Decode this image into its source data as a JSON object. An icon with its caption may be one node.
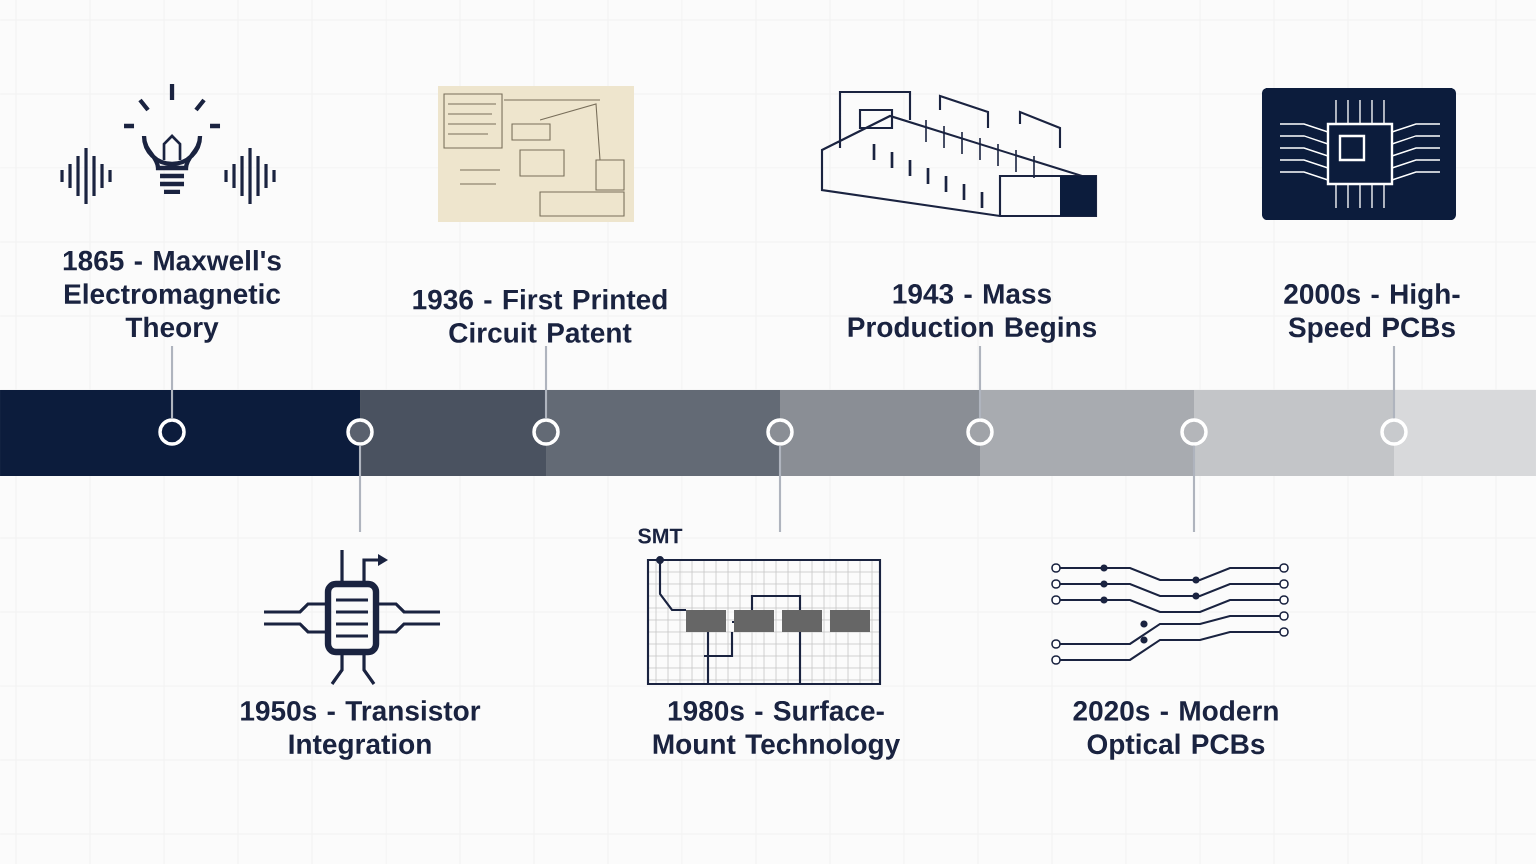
{
  "diagram": {
    "nodes": [
      {
        "text": [
          "1865 - Maxwell's Electromagnetic Theory"
        ]
      },
      {
        "text": [
          "1950s - Transistor Integration"
        ]
      },
      {
        "text": [
          "1936 - First Printed Circuit Patent"
        ]
      },
      {
        "text": [
          "1980s - Surface-Mount Technology"
        ]
      },
      {
        "text": [
          "1943 - Mass Production Begins"
        ]
      },
      {
        "text": [
          "2020s - Modern Optical PCBs"
        ]
      },
      {
        "text": [
          "2000s - High-Speed PCBs"
        ]
      },
      {
        "text": [],
        "shape": "circle"
      },
      {
        "text": [],
        "shape": "circle"
      },
      {
        "text": [],
        "shape": "circle"
      },
      {
        "text": [],
        "shape": "circle"
      },
      {
        "text": [],
        "shape": "circle"
      },
      {
        "text": [],
        "shape": "circle"
      },
      {
        "text": [],
        "shape": "circle"
      }
    ],
    "edges": [
      {
        "from": 7,
        "to": 0,
        "arrow": "none"
      },
      {
        "from": 8,
        "to": 1,
        "arrow": "none"
      },
      {
        "from": 9,
        "to": 2,
        "arrow": "none"
      },
      {
        "from": 10,
        "to": 3,
        "arrow": "none"
      },
      {
        "from": 11,
        "to": 4,
        "arrow": "none"
      },
      {
        "from": 12,
        "to": 5,
        "arrow": "none"
      },
      {
        "from": 13,
        "to": 6,
        "arrow": "none"
      }
    ],
    "labels": [
      "SMT"
    ]
  }
}
